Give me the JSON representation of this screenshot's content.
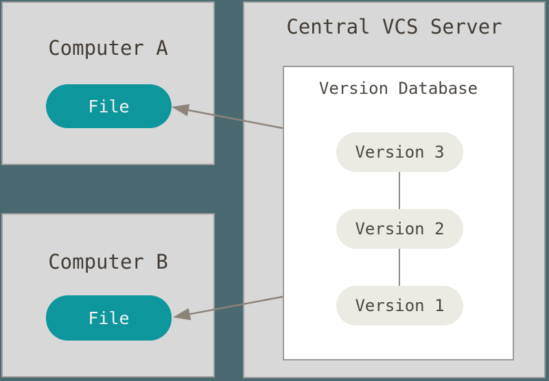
{
  "colors": {
    "background": "#4b6970",
    "panel-fill": "#d8d8d8",
    "panel-border": "#9c9c9c",
    "db-fill": "#ffffff",
    "db-border": "#9a9a9a",
    "file-pill-fill": "#0e969d",
    "file-pill-text": "#f2f2f2",
    "version-pill-fill": "#ecebe3",
    "version-pill-text": "#4b4741",
    "title-text": "#433c34",
    "arrow": "#8c8379",
    "connector": "#8b8b85"
  },
  "diagram": {
    "computer_a": {
      "title": "Computer A",
      "file_label": "File"
    },
    "computer_b": {
      "title": "Computer B",
      "file_label": "File"
    },
    "server": {
      "title": "Central VCS Server",
      "version_database": {
        "title": "Version Database",
        "versions": [
          {
            "label": "Version 3"
          },
          {
            "label": "Version 2"
          },
          {
            "label": "Version 1"
          }
        ]
      }
    }
  }
}
